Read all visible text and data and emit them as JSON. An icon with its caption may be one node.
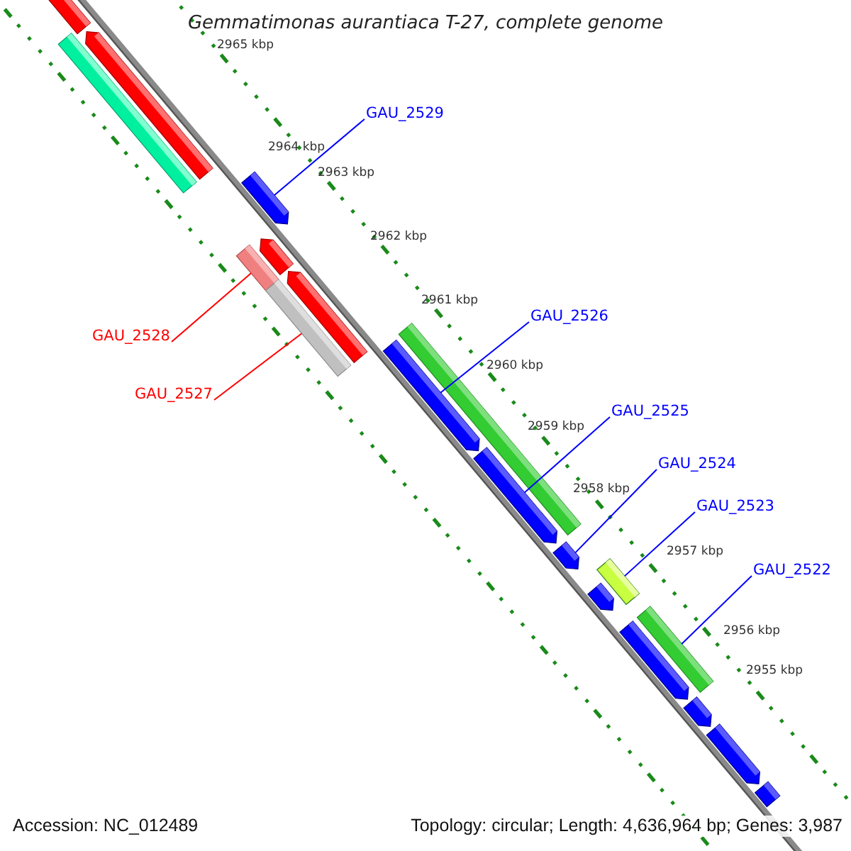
{
  "diagram": {
    "title": "Gemmatimonas aurantiaca T-27, complete genome",
    "nodes": [
      {
        "text": [],
        "shape": "bar"
      },
      {
        "text": [],
        "shape": "bar"
      },
      {
        "text": [],
        "shape": "bar"
      },
      {
        "text": [],
        "shape": "bar"
      },
      {
        "text": [],
        "shape": "bar"
      },
      {
        "text": [],
        "shape": "bar"
      },
      {
        "text": [],
        "shape": "bar"
      },
      {
        "text": [],
        "shape": "bar"
      },
      {
        "text": [],
        "shape": "bar"
      },
      {
        "text": [],
        "shape": "bar"
      },
      {
        "text": [],
        "shape": "bar"
      },
      {
        "text": [],
        "shape": "bar"
      },
      {
        "text": [],
        "shape": "bar"
      },
      {
        "text": [],
        "shape": "bar"
      },
      {
        "text": [],
        "shape": "bar"
      },
      {
        "text": [],
        "shape": "bar"
      },
      {
        "text": [],
        "shape": "bar"
      },
      {
        "text": [],
        "shape": "bar"
      },
      {
        "text": [],
        "shape": "bar"
      },
      {
        "text": [
          "GAU_2529"
        ]
      },
      {
        "text": [
          "GAU_2526"
        ]
      },
      {
        "text": [
          "GAU_2528"
        ]
      },
      {
        "text": [
          "GAU_2527"
        ]
      },
      {
        "text": [
          "GAU_2525"
        ]
      },
      {
        "text": [
          "GAU_2524"
        ]
      },
      {
        "text": [
          "GAU_2523"
        ]
      },
      {
        "text": [
          "GAU_2522"
        ]
      }
    ],
    "edges": [
      {
        "from": 19,
        "to": 3,
        "arrow": "none"
      },
      {
        "from": 20,
        "to": 9,
        "arrow": "none"
      },
      {
        "from": 21,
        "to": 4,
        "arrow": "none",
        "color": "#ff0000"
      },
      {
        "from": 22,
        "to": 6,
        "arrow": "none",
        "color": "#ff0000"
      },
      {
        "from": 23,
        "to": 10,
        "arrow": "none"
      },
      {
        "from": 24,
        "to": 11,
        "arrow": "none"
      },
      {
        "from": 25,
        "to": 12,
        "arrow": "none"
      },
      {
        "from": 26,
        "to": 14,
        "arrow": "none"
      }
    ],
    "labels": [
      "2965 kbp",
      "2964 kbp",
      "2963 kbp",
      "2962 kbp",
      "2961 kbp",
      "2960 kbp",
      "2959 kbp",
      "2958 kbp",
      "2957 kbp",
      "2956 kbp",
      "2955 kbp",
      "Accession: NC_012489",
      "Topology: circular; Length: 4,636,964 bp; Genes: 3,987"
    ]
  }
}
